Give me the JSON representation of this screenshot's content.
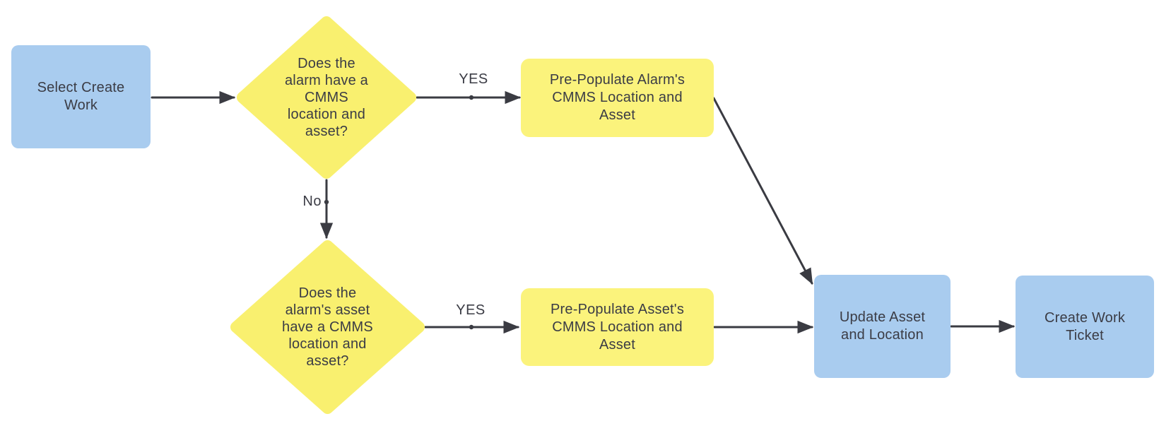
{
  "diagram": {
    "title": "Create Work flowchart",
    "canvas_background": "#ffffff",
    "colors": {
      "process_fill": "#a9ccef",
      "decision_fill": "#f9f06f",
      "action_fill": "#fbf37c",
      "arrow": "#3a3b42",
      "text": "#3b3c45"
    },
    "nodes": {
      "start": {
        "label": "Select Create\nWork",
        "shape": "rounded-rectangle",
        "fill": "blue"
      },
      "decision_alarm": {
        "label": "Does the\nalarm have a\nCMMS\nlocation and\nasset?",
        "shape": "diamond",
        "fill": "yellow"
      },
      "prepopulate_alarm": {
        "label": "Pre-Populate Alarm's\nCMMS Location and\nAsset",
        "shape": "rounded-rectangle",
        "fill": "yellow"
      },
      "decision_asset": {
        "label": "Does the\nalarm's asset\nhave a CMMS\nlocation and\nasset?",
        "shape": "diamond",
        "fill": "yellow"
      },
      "prepopulate_asset": {
        "label": "Pre-Populate Asset's\nCMMS Location and\nAsset",
        "shape": "rounded-rectangle",
        "fill": "yellow"
      },
      "update": {
        "label": "Update Asset\nand Location",
        "shape": "rounded-rectangle",
        "fill": "blue"
      },
      "create": {
        "label": "Create Work\nTicket",
        "shape": "rounded-rectangle",
        "fill": "blue"
      }
    },
    "edge_labels": {
      "yes_top": "YES",
      "no": "No",
      "yes_bottom": "YES"
    }
  }
}
